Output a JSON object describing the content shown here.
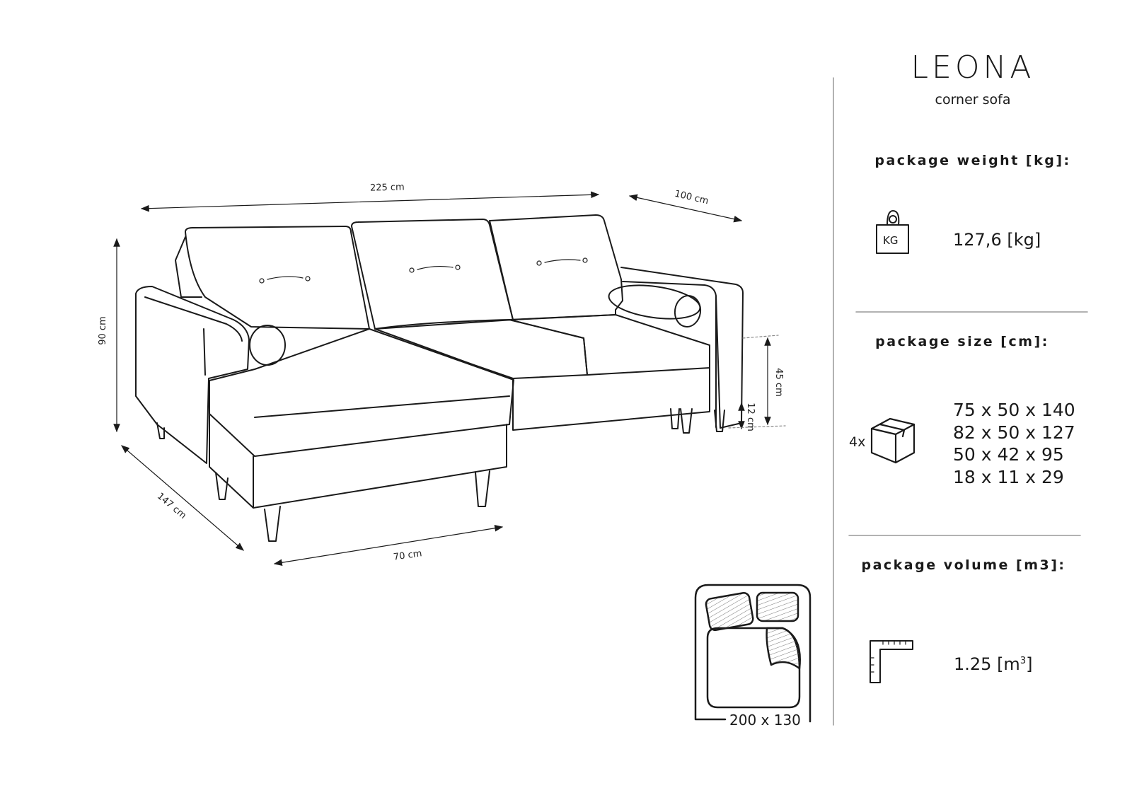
{
  "product": {
    "name": "LEONA",
    "type": "corner sofa"
  },
  "dimensions": {
    "width": "225 cm",
    "depth_right": "100 cm",
    "height": "90 cm",
    "chaise_length": "147 cm",
    "chaise_width": "70 cm",
    "seat_height": "45 cm",
    "leg_height": "12 cm"
  },
  "package_weight": {
    "heading": "package weight [kg]:",
    "icon": "weight-icon",
    "icon_label": "KG",
    "value": "127,6 [kg]"
  },
  "package_size": {
    "heading": "package size [cm]:",
    "icon": "box-icon",
    "count": "4x",
    "sizes": [
      "75 x 50 x 140",
      "82 x 50 x 127",
      "50 x 42 x 95",
      "18 x 11 x 29"
    ]
  },
  "package_volume": {
    "heading": "package volume [m3]:",
    "icon": "ruler-icon",
    "value": "1.25 [m",
    "unit_sup": "3",
    "value_end": "]"
  },
  "bed": {
    "icon": "bed-icon",
    "size": "200 x 130"
  },
  "colors": {
    "line": "#1a1a1a",
    "divider": "#999999"
  }
}
